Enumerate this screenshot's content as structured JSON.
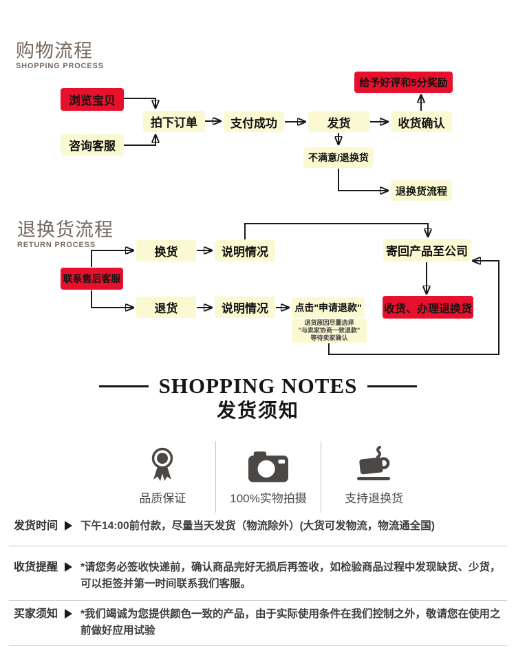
{
  "colors": {
    "accent_red": "#e8112d",
    "node_yellow": "#fbf9d2",
    "heading_gray": "#75685f",
    "line_black": "#191919",
    "divider_gray": "#c9c9c9",
    "icon_gray": "#4a4745"
  },
  "shopping_process": {
    "title": "购物流程",
    "subtitle": "SHOPPING PROCESS",
    "nodes": {
      "browse": "浏览宝贝",
      "consult": "咨询客服",
      "order": "拍下订单",
      "pay": "支付成功",
      "ship": "发货",
      "receive": "收货确认",
      "praise": "给予好评和5分奖励",
      "unsatisfied": "不满意/退换货",
      "return_flow": "退换货流程"
    }
  },
  "return_process": {
    "title": "退换货流程",
    "subtitle": "RETURN PROCESS",
    "nodes": {
      "contact": "联系售后客服",
      "exchange": "换货",
      "explain_1": "说明情况",
      "refund": "退货",
      "explain_2": "说明情况",
      "apply": "点击\"申请退款\"",
      "send_back": "寄回产品至公司",
      "handle": "收货、办理退换货"
    },
    "apply_note": {
      "line1": "退货原因尽量选择",
      "line2": "\"与卖家协商一致退款\"",
      "line3": "等待卖家确认"
    }
  },
  "notes_header": {
    "title_en": "SHOPPING NOTES",
    "title_zh": "发货须知"
  },
  "features": [
    {
      "icon": "medal-icon",
      "label": "品质保证"
    },
    {
      "icon": "camera-icon",
      "label": "100%实物拍摄"
    },
    {
      "icon": "cup-icon",
      "label": "支持退换货"
    }
  ],
  "notices": [
    {
      "label": "发货时间",
      "text": "下午14:00前付款，尽量当天发货（物流除外）(大货可发物流，物流通全国)"
    },
    {
      "label": "收货提醒",
      "text": "*请您务必签收快递前，确认商品完好无损后再签收，如检验商品过程中发现缺货、少货，可以拒签并第一时间联系我们客服。"
    },
    {
      "label": "买家须知",
      "text": "*我们竭诚为您提供颜色一致的产品，由于实际使用条件在我们控制之外，敬请您在使用之前做好应用试验"
    }
  ]
}
